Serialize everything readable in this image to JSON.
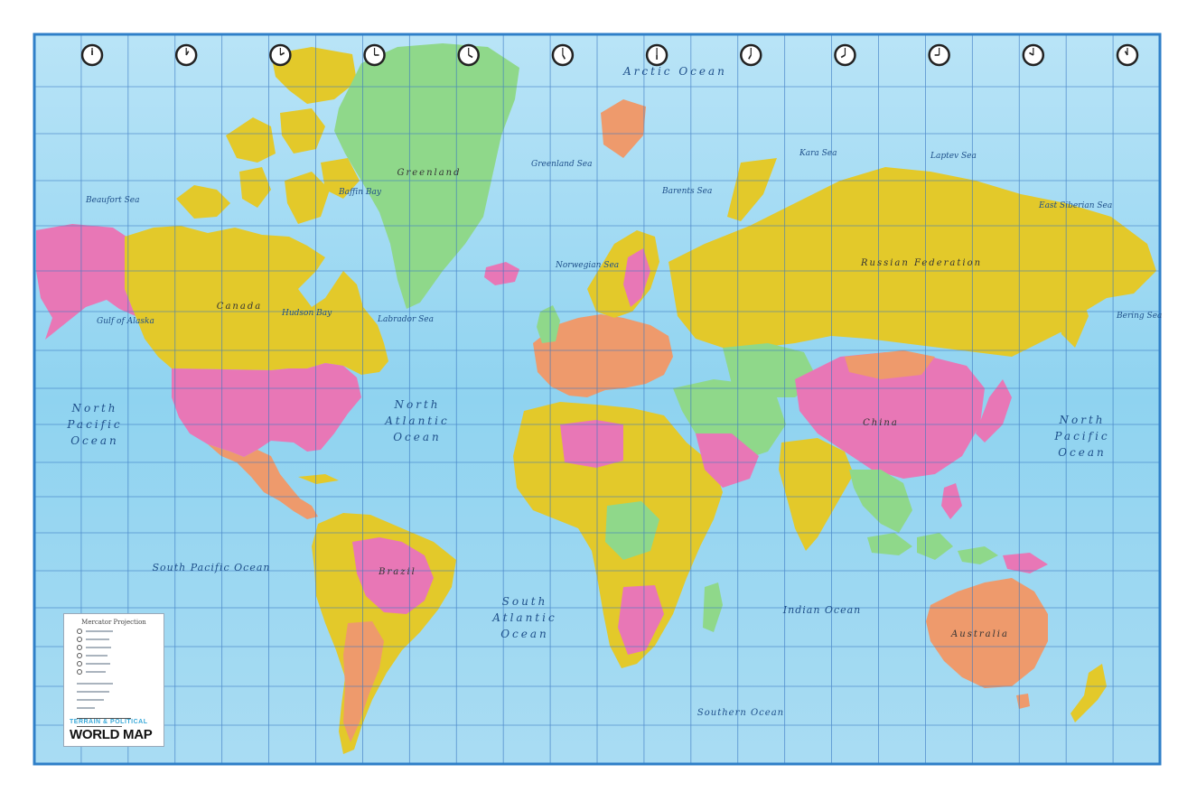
{
  "map": {
    "ocean_labels": {
      "arctic": "Arctic Ocean",
      "north_pacific_left": [
        "North",
        "Pacific",
        "Ocean"
      ],
      "north_pacific_right": [
        "North",
        "Pacific",
        "Ocean"
      ],
      "north_atlantic": [
        "North",
        "Atlantic",
        "Ocean"
      ],
      "south_atlantic": [
        "South",
        "Atlantic",
        "Ocean"
      ],
      "south_pacific": "South Pacific Ocean",
      "indian": "Indian Ocean",
      "southern": "Southern Ocean"
    },
    "sea_labels": {
      "beaufort": "Beaufort Sea",
      "greenland_sea": "Greenland Sea",
      "barents": "Barents Sea",
      "kara": "Kara Sea",
      "laptev": "Laptev Sea",
      "east_siberian": "East Siberian Sea",
      "norwegian": "Norwegian Sea",
      "labrador": "Labrador Sea",
      "hudson": "Hudson Bay",
      "baffin": "Baffin Bay",
      "bering": "Bering Sea",
      "alaska_gulf": "Gulf of Alaska"
    },
    "country_labels": {
      "greenland": "Greenland",
      "canada": "Canada",
      "russia": "Russian Federation",
      "china": "China",
      "brazil": "Brazil",
      "australia": "Australia"
    },
    "colors": {
      "ocean": "#8fd3f0",
      "ocean_light": "#c6eafa",
      "yellow": "#e3c92a",
      "pink": "#e877b6",
      "green": "#8fd88a",
      "orange": "#ee9a6c",
      "grid": "#3a78c2",
      "border": "#2f7fc8"
    },
    "clock_count": 12
  },
  "legend": {
    "title": "Mercator Projection",
    "subtitle": "TERRAIN & POLITICAL",
    "main_title": "WORLD MAP"
  }
}
